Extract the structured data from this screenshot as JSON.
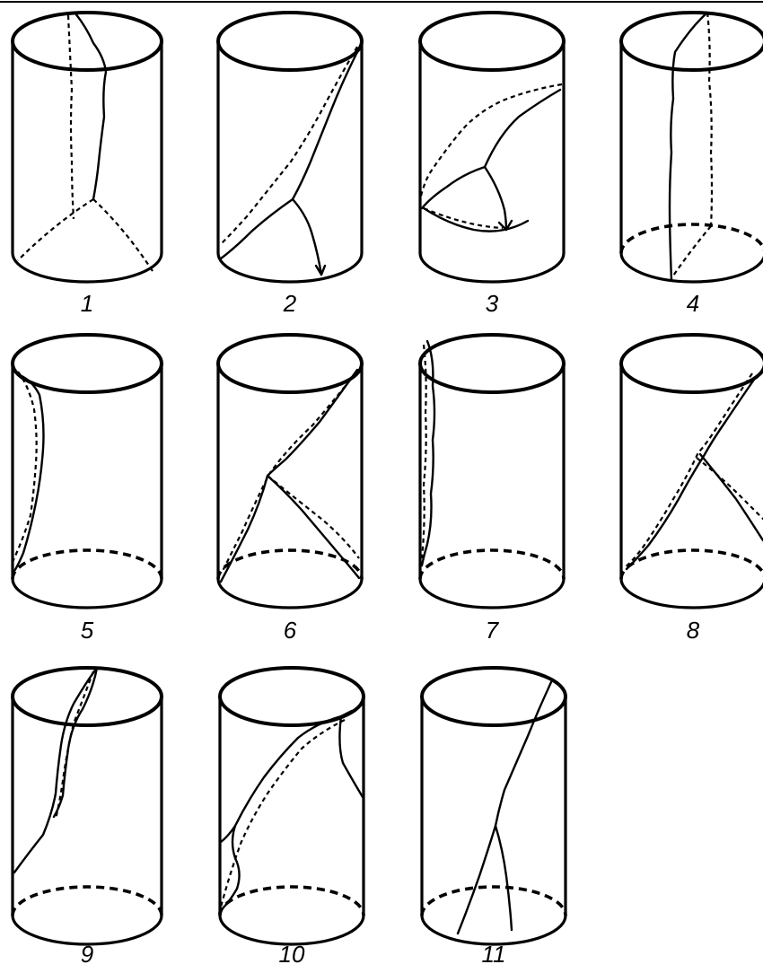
{
  "specimens": [
    {
      "label": "1"
    },
    {
      "label": "2"
    },
    {
      "label": "3"
    },
    {
      "label": "4"
    },
    {
      "label": "5"
    },
    {
      "label": "6"
    },
    {
      "label": "7"
    },
    {
      "label": "8"
    },
    {
      "label": "9"
    },
    {
      "label": "10"
    },
    {
      "label": "11"
    }
  ]
}
